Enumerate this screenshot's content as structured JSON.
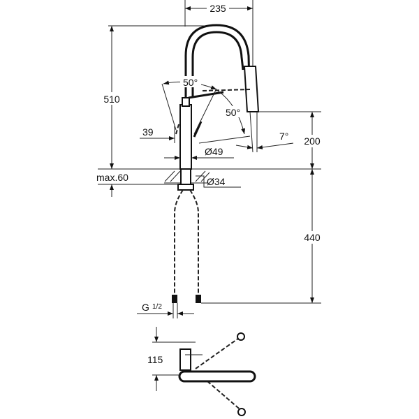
{
  "drawing": {
    "labels": {
      "width_235": "235",
      "height_510": "510",
      "angle_handle": "50°",
      "angle_spout": "50°",
      "handle_39": "39",
      "angle_7": "7°",
      "height_200": "200",
      "diameter_49": "Ø49",
      "max_60": "max.60",
      "diameter_34": "Ø34",
      "hose_440": "440",
      "thread_g": "G",
      "thread_fraction": "1/2",
      "top_view_115": "115"
    }
  }
}
